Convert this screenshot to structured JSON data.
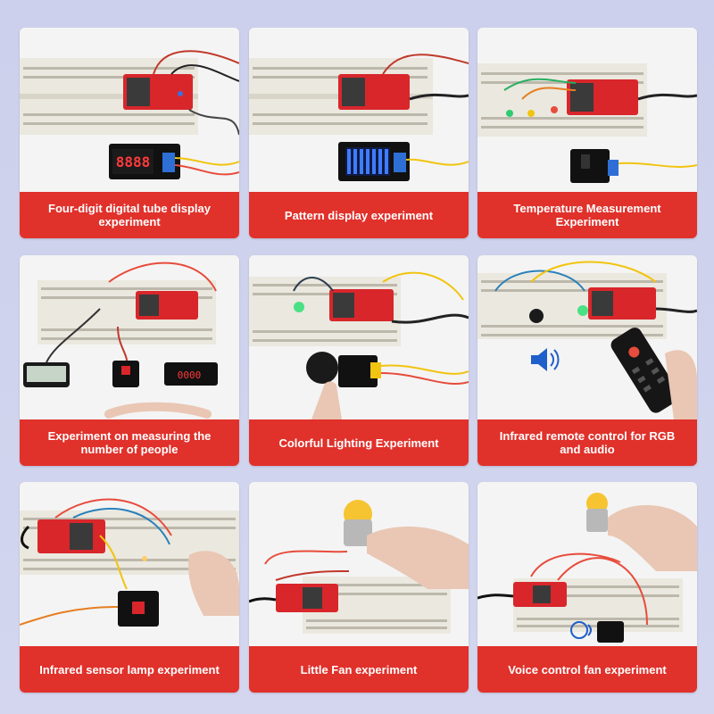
{
  "cards": [
    {
      "title": "Four-digit digital tube display experiment",
      "display": "8888"
    },
    {
      "title": "Pattern display experiment"
    },
    {
      "title": "Temperature Measurement Experiment"
    },
    {
      "title": "Experiment on measuring the number of people"
    },
    {
      "title": "Colorful Lighting Experiment"
    },
    {
      "title": "Infrared remote control for RGB and audio"
    },
    {
      "title": "Infrared sensor lamp experiment"
    },
    {
      "title": "Little Fan experiment"
    },
    {
      "title": "Voice control fan experiment"
    }
  ],
  "colors": {
    "background": "#ccd0ec",
    "caption_red": "#e0312b",
    "board_red": "#d8262b",
    "breadboard": "#ebe8df"
  }
}
